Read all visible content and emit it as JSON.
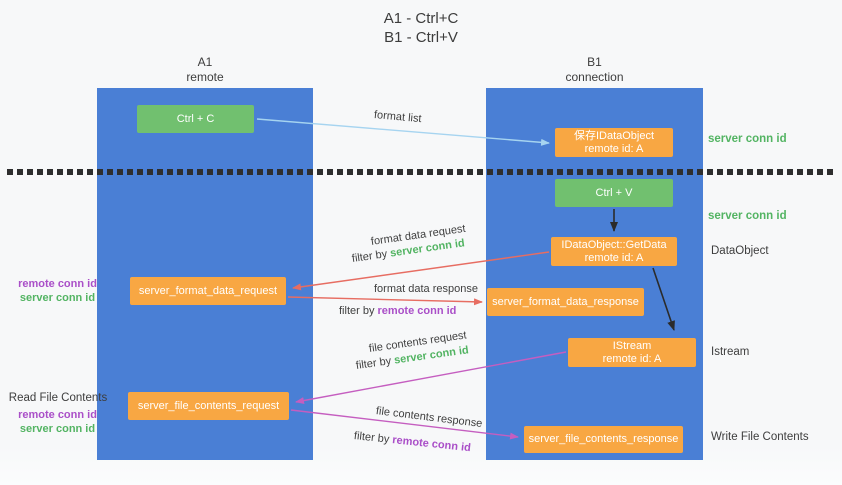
{
  "colors": {
    "background": "#f8f9fa",
    "column_blue": "#4a7fd5",
    "green_box": "#71c06f",
    "orange_box": "#f8a743",
    "arrow_lightblue": "#a6d4f0",
    "arrow_black": "#2b2b2b",
    "arrow_salmon": "#e76d62",
    "arrow_magenta": "#c55ec0",
    "text_green": "#53b463",
    "text_purple": "#aa4fc8"
  },
  "title": {
    "line1": "A1 - Ctrl+C",
    "line2": "B1 - Ctrl+V"
  },
  "lifelines": {
    "a1": {
      "name": "A1",
      "role": "remote"
    },
    "b1": {
      "name": "B1",
      "role": "connection"
    }
  },
  "nodes": {
    "ctrl_c": {
      "label": "Ctrl + C"
    },
    "ctrl_v": {
      "label": "Ctrl + V"
    },
    "save_dataobject": {
      "line1": "保存IDataObject",
      "line2": "remote id: A"
    },
    "getdata": {
      "line1": "IDataObject::GetData",
      "line2": "remote id: A"
    },
    "istream": {
      "line1": "IStream",
      "line2": "remote id: A"
    },
    "format_request": {
      "label": "server_format_data_request"
    },
    "format_response": {
      "label": "server_format_data_response"
    },
    "file_request": {
      "label": "server_file_contents_request"
    },
    "file_response": {
      "label": "server_file_contents_response"
    }
  },
  "arrows": {
    "format_list": {
      "label": "format list"
    },
    "format_data_request": {
      "label": "format data request",
      "filter_prefix": "filter by",
      "filter_key": "server conn id"
    },
    "format_data_response": {
      "label": "format data response",
      "filter_prefix": "filter by",
      "filter_key": "remote conn id"
    },
    "file_contents_request": {
      "label": "file contents request",
      "filter_prefix": "filter by",
      "filter_key": "server conn id"
    },
    "file_contents_response": {
      "label": "file contents response",
      "filter_prefix": "filter by",
      "filter_key": "remote conn id"
    }
  },
  "side_labels": {
    "right": {
      "server_conn_id_top": "server conn id",
      "server_conn_id_mid": "server conn id",
      "dataobject": "DataObject",
      "istream": "Istream",
      "write_file_contents": "Write File Contents"
    },
    "left": {
      "format_remote": "remote conn id",
      "format_server": "server conn id",
      "read_file_contents": "Read File Contents",
      "file_remote": "remote conn id",
      "file_server": "server conn id"
    }
  }
}
